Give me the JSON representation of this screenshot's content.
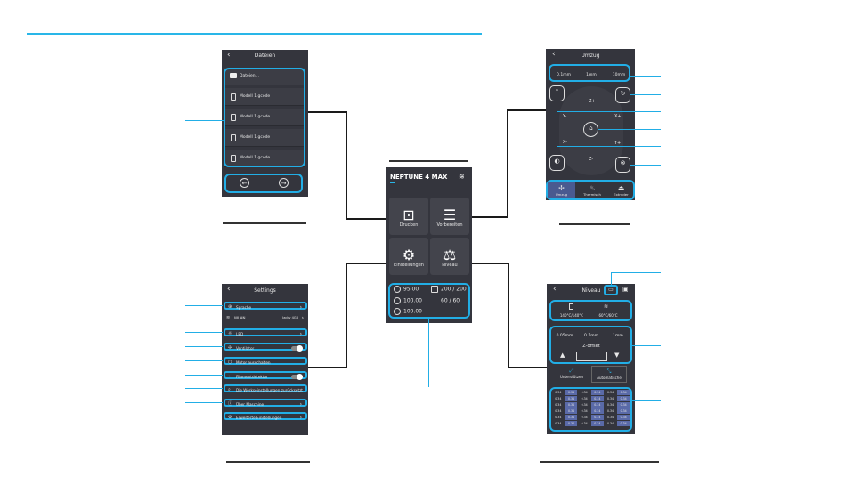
{
  "main": {
    "brand": "NEPTUNE 4 MAX",
    "tiles": [
      {
        "label": "Drucken",
        "icon": "print-icon"
      },
      {
        "label": "Vorbereiten",
        "icon": "sliders-icon"
      },
      {
        "label": "Einstellungen",
        "icon": "gear-icon"
      },
      {
        "label": "Niveau",
        "icon": "scale-icon"
      }
    ],
    "status": {
      "nozzle_temp": "95.00",
      "bed_temp": "200 / 200",
      "fan": "100.00",
      "chamber": "60 / 60",
      "speed": "100.00"
    }
  },
  "dateien": {
    "title": "Dateien",
    "folder": "Dateien...",
    "files": [
      "Modell 1.gcode",
      "Modell 1.gcode",
      "Modell 1.gcode",
      "Modell 1.gcode"
    ]
  },
  "settings": {
    "title": "Settings",
    "items": [
      {
        "label": "Sprache",
        "control": "arrow"
      },
      {
        "label": "WLAN",
        "value": "Jacky 4G8",
        "control": "arrow"
      },
      {
        "label": "LED",
        "control": "arrow"
      },
      {
        "label": "Ventilator",
        "control": "toggle"
      },
      {
        "label": "Motor ausschalten",
        "control": "none"
      },
      {
        "label": "Filamentdetektor",
        "control": "toggle"
      },
      {
        "label": "Die Werkseinstellungen zurücksetzt",
        "control": "none"
      },
      {
        "label": "Über Maschine",
        "control": "arrow"
      },
      {
        "label": "Erweiterte Einstellungen",
        "control": "arrow"
      }
    ]
  },
  "umzug": {
    "title": "Umzug",
    "steps": [
      "0.1mm",
      "1mm",
      "10mm"
    ],
    "labels": {
      "zplus": "Z+",
      "yminus": "Y-",
      "xplus": "X+",
      "xminus": "X-",
      "yplus": "Y+",
      "zminus": "Z-"
    },
    "tabs": [
      "Umzug",
      "Thermisch",
      "Extruder"
    ]
  },
  "niveau": {
    "title": "Niveau",
    "temps": [
      "140°C/140°C",
      "60°C/60°C"
    ],
    "steps": [
      "0.05mm",
      "0.1mm",
      "1mm"
    ],
    "zoffset_label": "Z-offset",
    "buttons": [
      "Unterstützen",
      "Automatische"
    ],
    "mesh": [
      [
        "0.34",
        "0.34",
        "0.34",
        "0.34",
        "0.34",
        "0.34"
      ],
      [
        "0.34",
        "0.34",
        "0.34",
        "0.34",
        "0.34",
        "0.34"
      ],
      [
        "0.34",
        "0.34",
        "0.34",
        "0.34",
        "0.34",
        "0.34"
      ],
      [
        "0.34",
        "0.34",
        "0.34",
        "0.34",
        "0.34",
        "0.34"
      ],
      [
        "0.34",
        "0.34",
        "0.34",
        "0.34",
        "0.34",
        "0.34"
      ],
      [
        "0.34",
        "0.34",
        "0.34",
        "0.34",
        "0.34",
        "0.34"
      ]
    ]
  }
}
